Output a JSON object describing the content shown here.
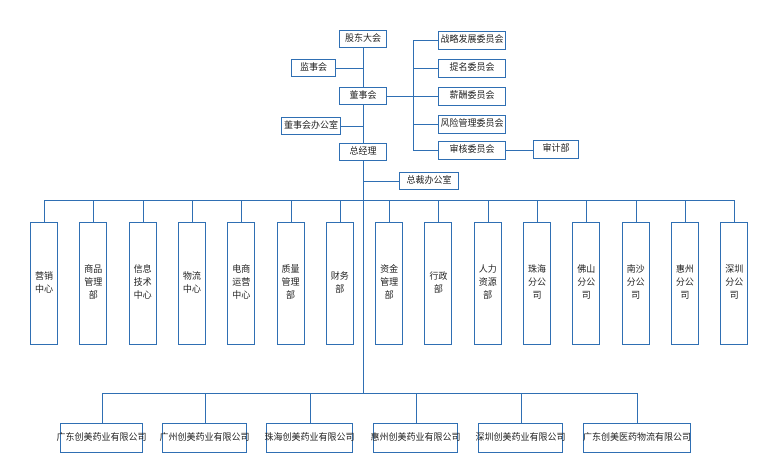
{
  "diagram": {
    "top": {
      "shareholders": "股东大会",
      "supervisors": "监事会",
      "board": "董事会",
      "board_office": "董事会办公室",
      "gm": "总经理",
      "president_office": "总裁办公室"
    },
    "committees": [
      "战略发展委员会",
      "提名委员会",
      "薪酬委员会",
      "风险管理委员会",
      "审核委员会"
    ],
    "audit_dept": "审计部",
    "departments": [
      "营销中心",
      "商品管理部",
      "信息技术中心",
      "物流中心",
      "电商运营中心",
      "质量管理部",
      "财务部",
      "资金管理部",
      "行政部",
      "人力资源部",
      "珠海分公司",
      "佛山分公司",
      "南沙分公司",
      "惠州分公司",
      "深圳分公司"
    ],
    "subsidiaries": [
      "广东创美药业有限公司",
      "广州创美药业有限公司",
      "珠海创美药业有限公司",
      "惠州创美药业有限公司",
      "深圳创美药业有限公司",
      "广东创美医药物流有限公司"
    ],
    "line_color": "#2f6fb3"
  }
}
